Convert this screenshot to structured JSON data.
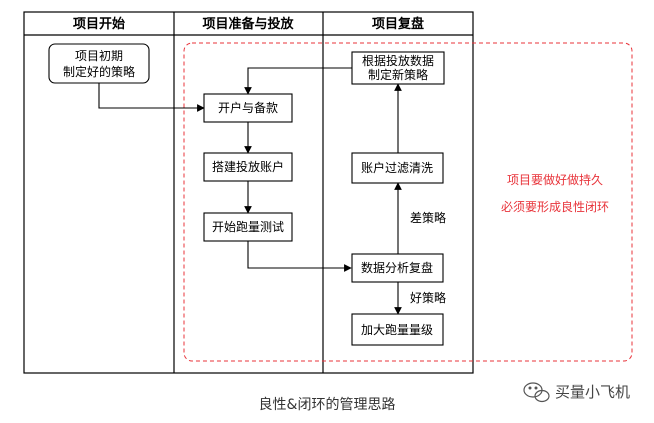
{
  "swimlanes": [
    {
      "id": "lane1",
      "title": "项目开始"
    },
    {
      "id": "lane2",
      "title": "项目准备与投放"
    },
    {
      "id": "lane3",
      "title": "项目复盘"
    }
  ],
  "nodes": {
    "initial_strategy": [
      "项目初期",
      "制定好的策略"
    ],
    "new_strategy": [
      "根据投放数据",
      "制定新策略"
    ],
    "open_account": [
      "开户与备款"
    ],
    "build_account": [
      "搭建投放账户"
    ],
    "start_test": [
      "开始跑量测试"
    ],
    "filter_accounts": [
      "账户过滤清洗"
    ],
    "data_review": [
      "数据分析复盘"
    ],
    "scale_up": [
      "加大跑量量级"
    ]
  },
  "edge_labels": {
    "bad_strategy": "差策略",
    "good_strategy": "好策略"
  },
  "loop_note": [
    "项目要做好做持久",
    "必须要形成良性闭环"
  ],
  "caption": "良性&闭环的管理思路",
  "watermark": "买量小飞机",
  "colors": {
    "line": "#000000",
    "loop_border": "#e8333a",
    "note_text": "#e8333a"
  }
}
